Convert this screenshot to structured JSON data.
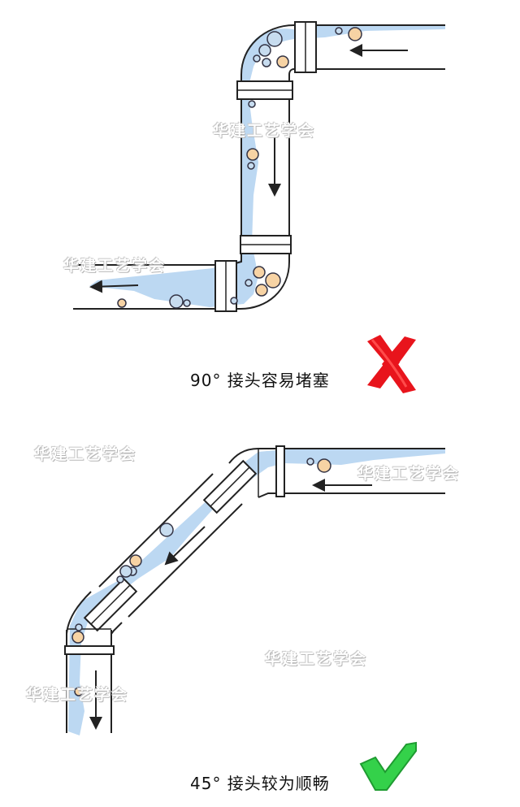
{
  "captions": {
    "bad": "90° 接头容易堵塞",
    "good": "45° 接头较为顺畅"
  },
  "watermark": "华建工艺学会",
  "marks": {
    "bad_icon": "red-cross-icon",
    "good_icon": "green-check-icon"
  },
  "colors": {
    "water": "#bcd8f2",
    "outline": "#222222",
    "particle_orange": "#f7d3a4",
    "particle_blue": "#c7dcef",
    "cross_red": "#e8141c",
    "check_green": "#34d14a"
  }
}
